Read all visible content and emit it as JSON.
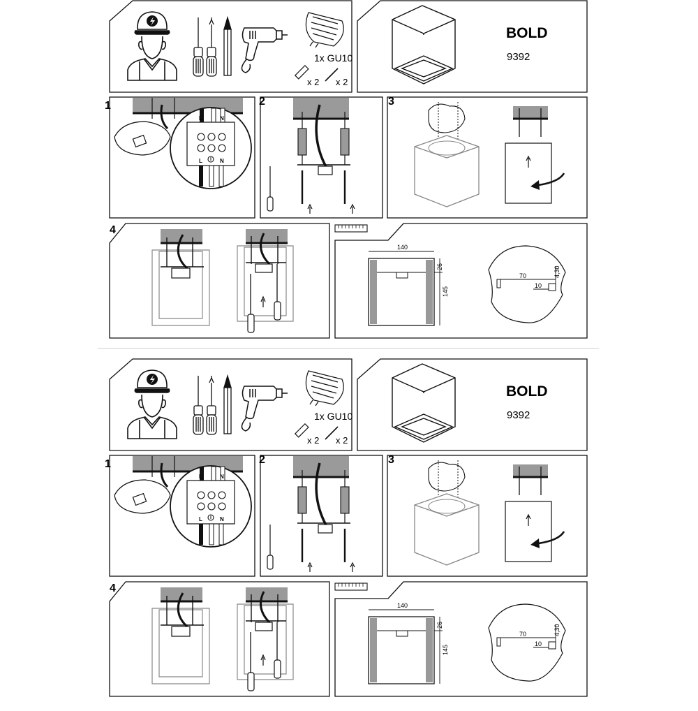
{
  "brand": {
    "name": "BOLD",
    "code": "9392"
  },
  "package": {
    "lamp": "1x GU10",
    "plug_count": "x 2",
    "screw_count": "x 2"
  },
  "steps": [
    "1",
    "2",
    "3",
    "4"
  ],
  "terminal_labels": {
    "live": "L",
    "neutral": "N"
  },
  "dimensions": {
    "width": "140",
    "height": "145",
    "recess": "26",
    "hole_spacing": "70",
    "hole_length": "4,30",
    "hole_offset": "10"
  }
}
